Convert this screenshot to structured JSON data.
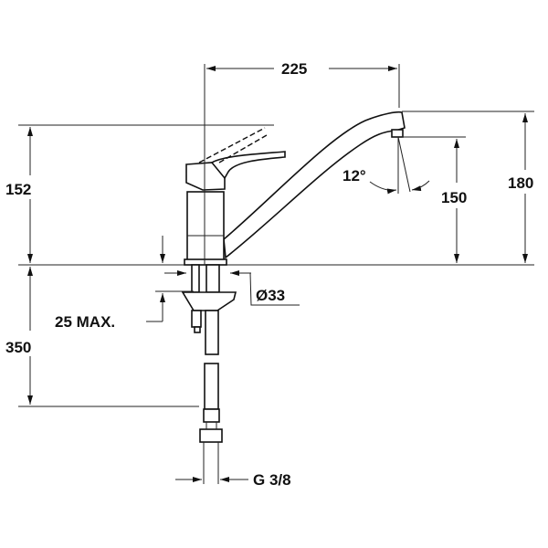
{
  "dimensions": {
    "spout_reach": "225",
    "lever_height": "152",
    "overall_height": "180",
    "spout_height": "150",
    "spout_swivel_angle": "12°",
    "hose_length": "350",
    "counter_thickness": "25 MAX.",
    "hole_diameter": "Ø33",
    "connection_thread": "G 3/8"
  },
  "colors": {
    "line": "#111111",
    "background": "#ffffff"
  }
}
